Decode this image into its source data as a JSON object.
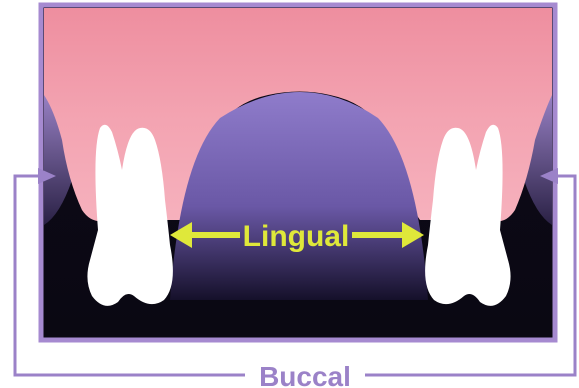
{
  "labels": {
    "lingual": "Lingual",
    "buccal": "Buccal"
  },
  "colors": {
    "gum_pink": "#f2a0ad",
    "tongue_purple": "#8a78c6",
    "frame_purple": "#a68ad0",
    "dark_background": "#0d0a18",
    "tooth_white": "#ffffff",
    "arrow_yellow": "#dfe83a",
    "buccal_text": "#9b82c8"
  },
  "icons": {
    "lingual_arrows": "double-headed-arrow",
    "buccal_arrows": "bracket-arrows"
  }
}
